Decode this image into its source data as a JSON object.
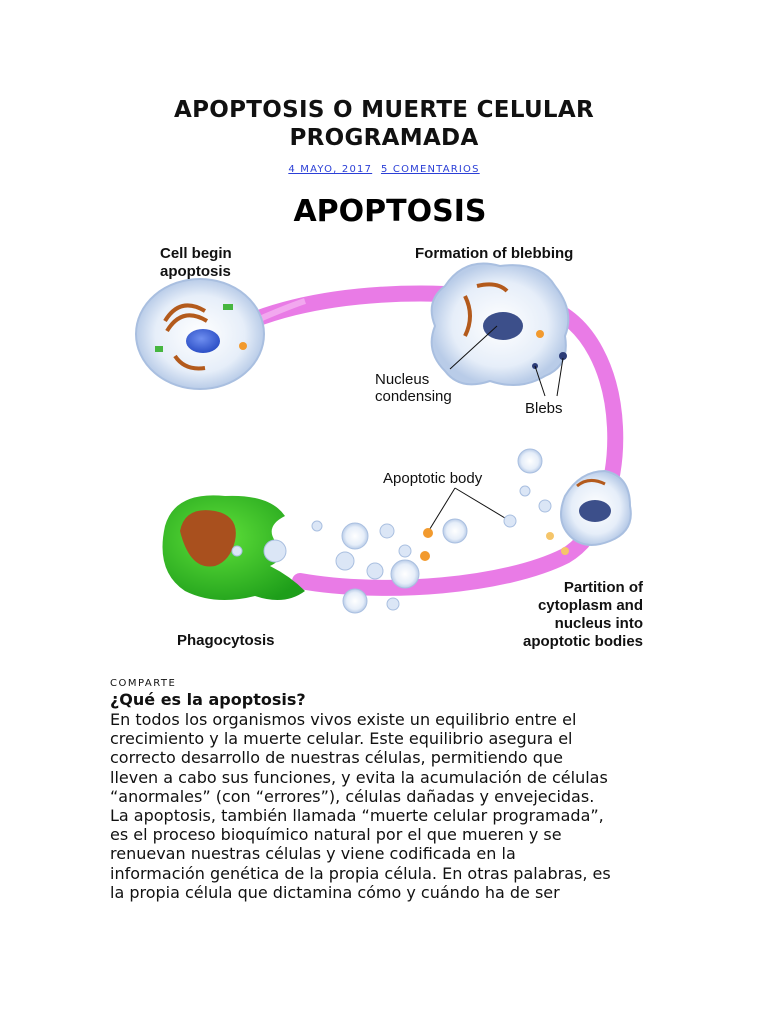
{
  "post": {
    "title_line1": "APOPTOSIS O MUERTE CELULAR",
    "title_line2": "PROGRAMADA",
    "date": "4 MAYO, 2017",
    "comments": "5 COMENTARIOS"
  },
  "figure": {
    "heading": "APOPTOSIS",
    "label_cell_begin_1": "Cell begin",
    "label_cell_begin_2": "apoptosis",
    "label_blebbing": "Formation of blebbing",
    "label_nucleus_1": "Nucleus",
    "label_nucleus_2": "condensing",
    "label_blebs": "Blebs",
    "label_apoptotic_body": "Apoptotic body",
    "label_partition_1": "Partition of",
    "label_partition_2": "cytoplasm and",
    "label_partition_3": "nucleus into",
    "label_partition_4": "apoptotic bodies",
    "label_phagocytosis": "Phagocytosis"
  },
  "share_label": "COMPARTE",
  "section_heading": "¿Qué es la apoptosis?",
  "paragraph_lines": [
    "En todos los organismos vivos existe un equilibrio entre el",
    "crecimiento y la muerte celular. Este equilibrio asegura el",
    "correcto desarrollo de nuestras células, permitiendo que",
    "lleven a cabo sus funciones, y evita la acumulación de células",
    "“anormales” (con “errores”), células dañadas y envejecidas.",
    "La apoptosis, también llamada “muerte celular programada”,",
    "es el proceso bioquímico natural por el que mueren y se",
    "renuevan nuestras células y viene codificada en la",
    "información genética de la propia célula. En otras palabras, es",
    "la propia célula que dictamina cómo y cuándo ha de ser"
  ]
}
